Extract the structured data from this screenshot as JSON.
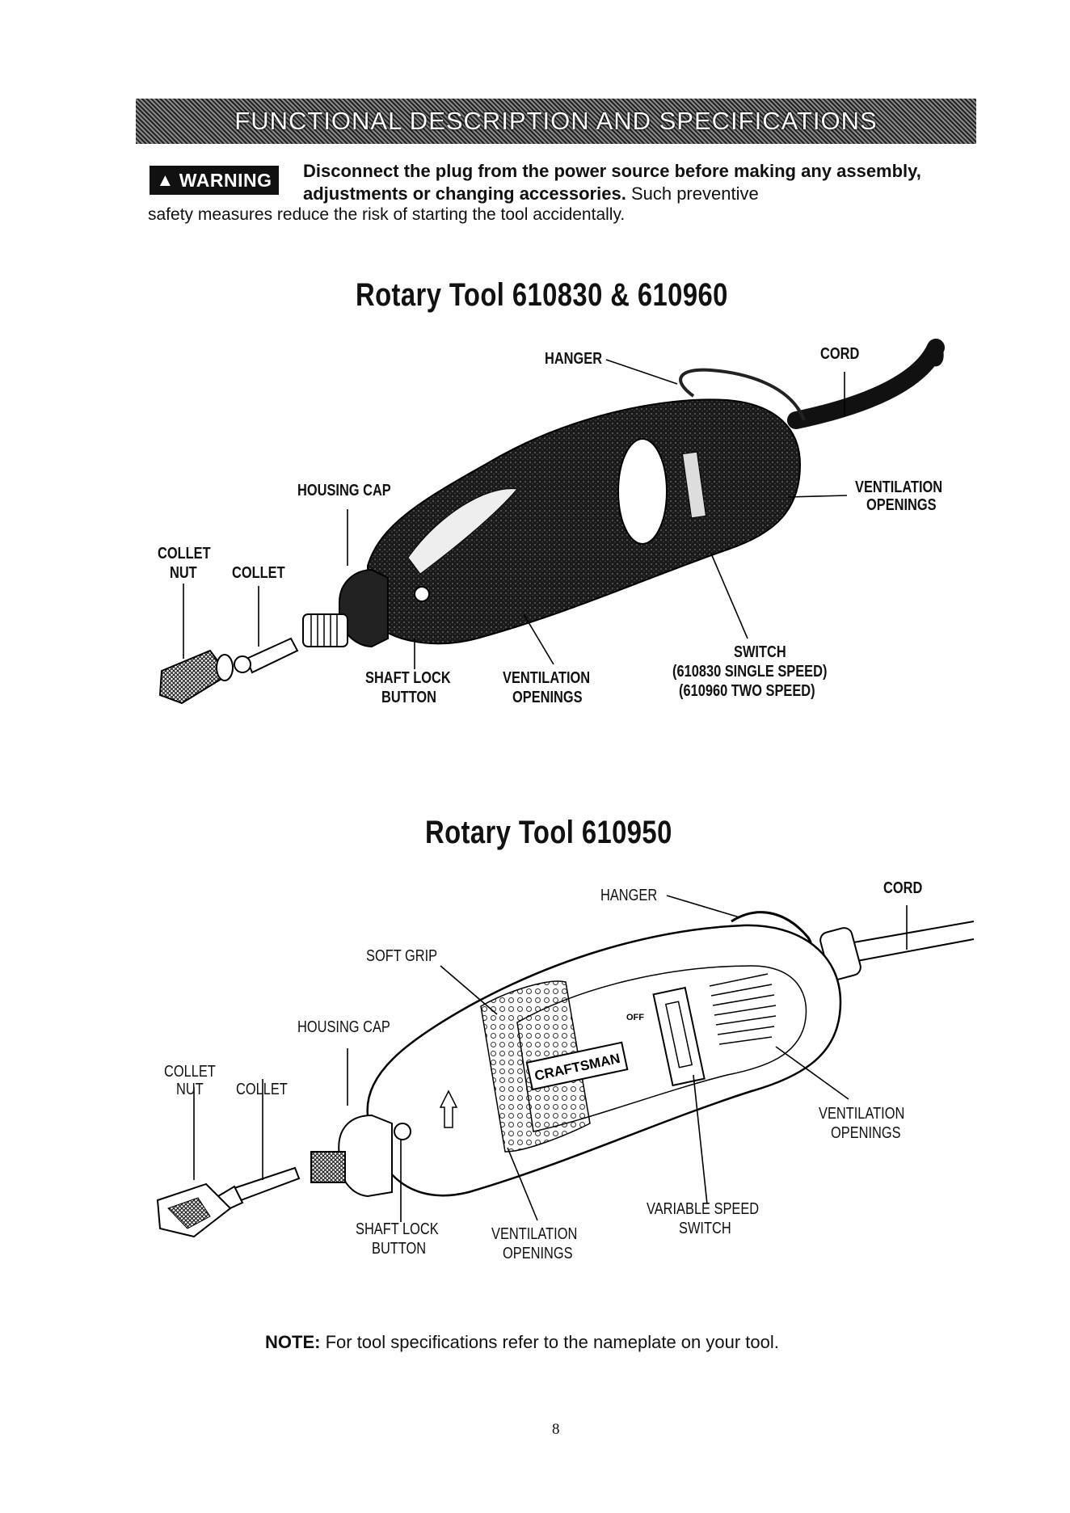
{
  "header": {
    "banner": "FUNCTIONAL DESCRIPTION AND SPECIFICATIONS"
  },
  "warning": {
    "badge_icon": "warning-triangle-icon",
    "badge": "WARNING",
    "bold_text": "Disconnect the plug from the power source before making any assembly, adjustments or changing accessories.",
    "rest_text": "Such preventive",
    "line3": "safety measures reduce the risk of starting the tool accidentally."
  },
  "figure1": {
    "title": "Rotary Tool 610830 & 610960",
    "labels": {
      "hanger": "HANGER",
      "cord": "CORD",
      "housing_cap": "HOUSING CAP",
      "ventilation_right_1": "VENTILATION",
      "ventilation_right_2": "OPENINGS",
      "collet_nut_1": "COLLET",
      "collet_nut_2": "NUT",
      "collet": "COLLET",
      "shaft_lock_1": "SHAFT LOCK",
      "shaft_lock_2": "BUTTON",
      "ventilation_bottom_1": "VENTILATION",
      "ventilation_bottom_2": "OPENINGS",
      "switch_1": "SWITCH",
      "switch_2": "(610830 SINGLE SPEED)",
      "switch_3": "(610960 TWO SPEED)"
    }
  },
  "figure2": {
    "title": "Rotary Tool 610950",
    "labels": {
      "hanger": "HANGER",
      "cord": "CORD",
      "soft_grip": "SOFT GRIP",
      "housing_cap": "HOUSING CAP",
      "collet_nut_1": "COLLET",
      "collet_nut_2": "NUT",
      "collet": "COLLET",
      "ventilation_right_1": "VENTILATION",
      "ventilation_right_2": "OPENINGS",
      "variable_speed_1": "VARIABLE SPEED",
      "variable_speed_2": "SWITCH",
      "shaft_lock_1": "SHAFT LOCK",
      "shaft_lock_2": "BUTTON",
      "ventilation_bottom_1": "VENTILATION",
      "ventilation_bottom_2": "OPENINGS",
      "brand": "CRAFTSMAN",
      "off_label": "OFF"
    }
  },
  "note": {
    "label": "NOTE:",
    "text": "For tool specifications refer to the nameplate on your tool."
  },
  "page_number": "8"
}
